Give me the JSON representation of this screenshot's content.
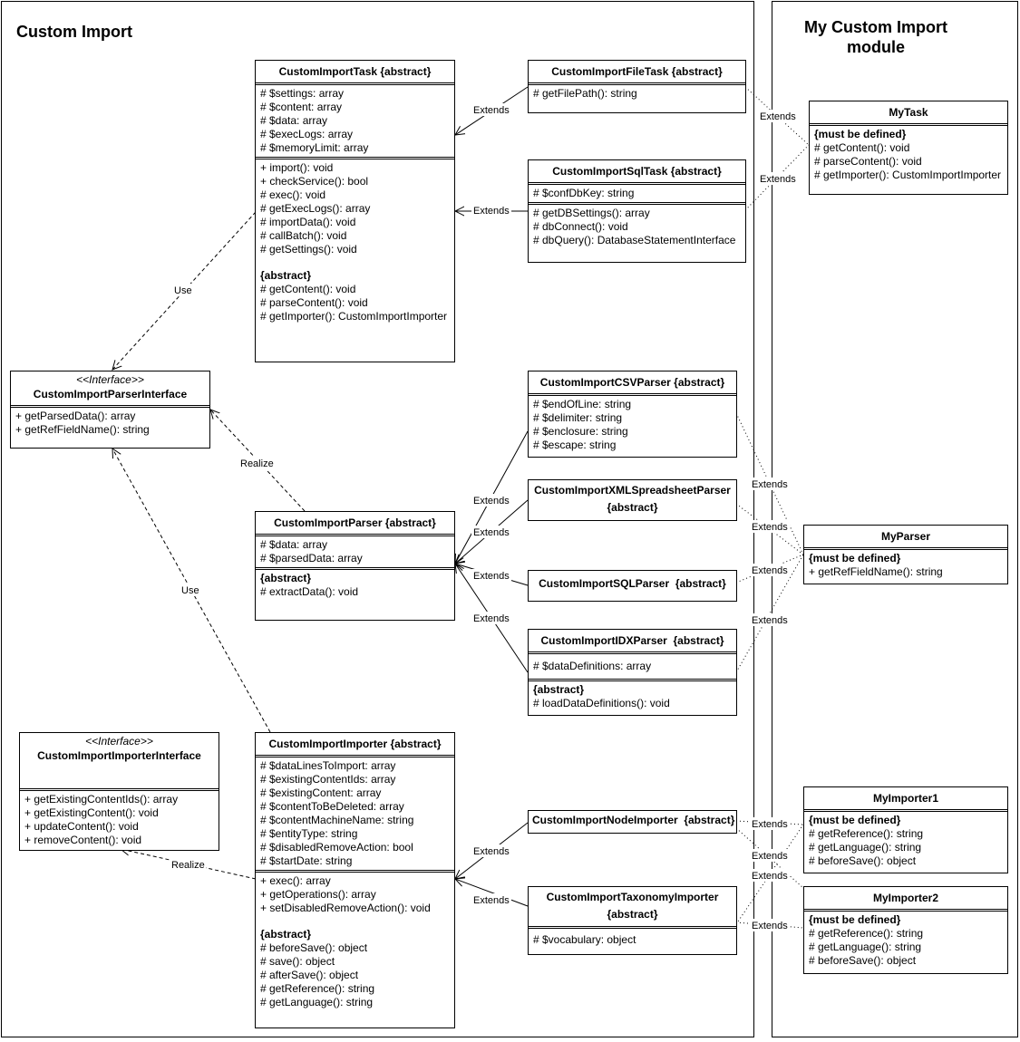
{
  "panels": {
    "left_title": "Custom Import",
    "right_title": "My Custom Import module"
  },
  "classes": {
    "task": {
      "name": "CustomImportTask {abstract}",
      "attrs": [
        "# $settings: array",
        "# $content: array",
        "# $data: array",
        "# $execLogs: array",
        "# $memoryLimit: array"
      ],
      "methods": [
        "+ import(): void",
        "+ checkService(): bool",
        "# exec(): void",
        "# getExecLogs(): array",
        "# importData(): void",
        "# callBatch(): void",
        "# getSettings(): void"
      ],
      "abstract_label": "{abstract}",
      "abstract_methods": [
        "# getContent(): void",
        "# parseContent(): void",
        "# getImporter(): CustomImportImporter"
      ]
    },
    "file_task": {
      "name": "CustomImportFileTask {abstract}",
      "methods": [
        "# getFilePath(): string"
      ]
    },
    "sql_task": {
      "name": "CustomImportSqlTask {abstract}",
      "attrs": [
        "# $confDbKey: string"
      ],
      "methods": [
        "# getDBSettings(): array",
        "# dbConnect(): void",
        "# dbQuery(): DatabaseStatementInterface"
      ]
    },
    "parser_iface": {
      "stereotype": "<<Interface>>",
      "name": "CustomImportParserInterface",
      "methods": [
        "+ getParsedData(): array",
        "+ getRefFieldName(): string"
      ]
    },
    "parser": {
      "name": "CustomImportParser {abstract}",
      "attrs": [
        "# $data: array",
        "# $parsedData: array"
      ],
      "abstract_label": "{abstract}",
      "abstract_methods": [
        "# extractData(): void"
      ]
    },
    "csv_parser": {
      "name": "CustomImportCSVParser {abstract}",
      "attrs": [
        "# $endOfLine: string",
        "# $delimiter: string",
        "# $enclosure: string",
        "# $escape: string"
      ]
    },
    "xml_parser": {
      "name_line1": "CustomImportXMLSpreadsheetParser",
      "name_line2": "{abstract}"
    },
    "sql_parser": {
      "name": "CustomImportSQLParser  {abstract}"
    },
    "idx_parser": {
      "name": "CustomImportIDXParser  {abstract}",
      "attrs": [
        "# $dataDefinitions: array"
      ],
      "abstract_label": "{abstract}",
      "abstract_methods": [
        "# loadDataDefinitions(): void"
      ]
    },
    "importer_iface": {
      "stereotype": "<<Interface>>",
      "name": "CustomImportImporterInterface",
      "methods": [
        "+ getExistingContentIds(): array",
        "+ getExistingContent(): void",
        "+ updateContent(): void",
        "+ removeContent(): void"
      ]
    },
    "importer": {
      "name": "CustomImportImporter {abstract}",
      "attrs": [
        "# $dataLinesToImport: array",
        "# $existingContentIds: array",
        "# $existingContent: array",
        "# $contentToBeDeleted: array",
        "# $contentMachineName: string",
        "# $entityType: string",
        "# $disabledRemoveAction: bool",
        "# $startDate: string"
      ],
      "methods": [
        "+ exec(): array",
        "+ getOperations(): array",
        "+ setDisabledRemoveAction(): void"
      ],
      "abstract_label": "{abstract}",
      "abstract_methods": [
        "# beforeSave(): object",
        "# save(): object",
        "# afterSave(): object",
        "# getReference(): string",
        "# getLanguage(): string"
      ]
    },
    "node_importer": {
      "name": "CustomImportNodeImporter  {abstract}"
    },
    "taxonomy_importer": {
      "name_line1": "CustomImportTaxonomyImporter",
      "name_line2": "{abstract}",
      "attrs": [
        "# $vocabulary: object"
      ]
    },
    "my_task": {
      "name": "MyTask",
      "section_label": "{must be defined}",
      "methods": [
        "# getContent(): void",
        "# parseContent(): void",
        "# getImporter(): CustomImportImporter"
      ]
    },
    "my_parser": {
      "name": "MyParser",
      "section_label": "{must be defined}",
      "methods": [
        "+ getRefFieldName(): string"
      ]
    },
    "my_importer1": {
      "name": "MyImporter1",
      "section_label": "{must be defined}",
      "methods": [
        "# getReference(): string",
        "# getLanguage(): string",
        "# beforeSave(): object"
      ]
    },
    "my_importer2": {
      "name": "MyImporter2",
      "section_label": "{must be defined}",
      "methods": [
        "# getReference(): string",
        "# getLanguage(): string",
        "# beforeSave(): object"
      ]
    }
  },
  "labels": {
    "extends": "Extends",
    "use": "Use",
    "realize": "Realize"
  }
}
